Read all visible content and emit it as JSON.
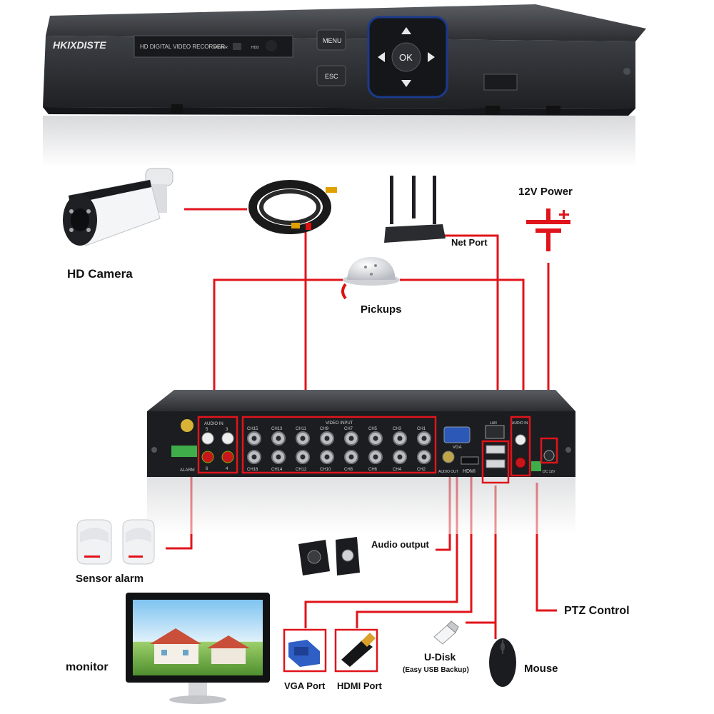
{
  "dvr_front": {
    "brand": "HKIXDISTE",
    "display_text": "HD DIGITAL VIDEO RECORDER",
    "power_label": "POWER",
    "hdd_label": "HDD",
    "menu_label": "MENU",
    "esc_label": "ESC",
    "ok_label": "OK"
  },
  "labels": {
    "hd_camera": "HD Camera",
    "net_port": "Net Port",
    "power_12v": "12V Power",
    "pickups": "Pickups",
    "sensor_alarm": "Sensor alarm",
    "audio_output": "Audio output",
    "ptz_control": "PTZ Control",
    "monitor": "monitor",
    "vga_port": "VGA Port",
    "hdmi_port": "HDMI Port",
    "u_disk": "U-Disk",
    "u_disk_note": "(Easy USB Backup)",
    "mouse": "Mouse"
  },
  "dvr_back": {
    "audio_in_label": "AUDIO IN",
    "video_input_label": "VIDEO INPUT",
    "audio_in_right_label": "AUDIO IN",
    "vga_label": "VGA",
    "lan_label": "LAN",
    "audio_out_label": "AUDIO OUT",
    "hdmi_label": "HDMI",
    "dc_label": "DC 12V",
    "alarm_label": "ALARM",
    "audio_in_nums_top": [
      "5",
      "3"
    ],
    "audio_in_nums_bottom": [
      "6",
      "4"
    ],
    "channels_top": [
      "CH15",
      "CH13",
      "CH11",
      "CH9",
      "CH7",
      "CH5",
      "CH3",
      "CH1"
    ],
    "channels_bottom": [
      "CH16",
      "CH14",
      "CH12",
      "CH10",
      "CH8",
      "CH6",
      "CH4",
      "CH2"
    ]
  },
  "colors": {
    "wire": "#e0141b",
    "device_dark": "#2a2c30",
    "keypad_ring": "#1a3a8c"
  }
}
